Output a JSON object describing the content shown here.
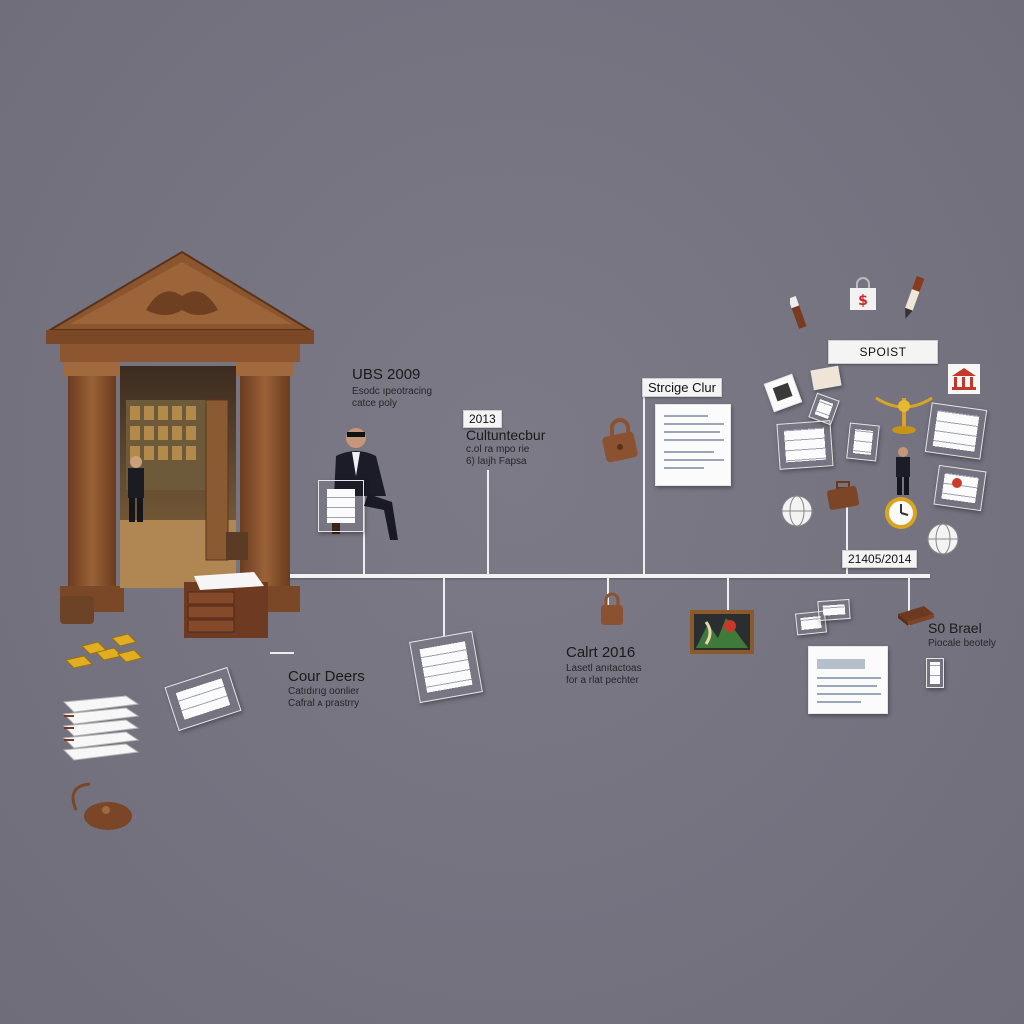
{
  "timeline": {
    "events": [
      {
        "id": "ubs",
        "title": "UBS 2009",
        "sub": [
          "Esodc ıpeotracing",
          "catce poly"
        ]
      },
      {
        "id": "y2013",
        "date_box": "2013",
        "title": "Cultuntecbur",
        "sub": [
          "c.ol  ra mpo rie",
          "6) laıjh Fapsa"
        ]
      },
      {
        "id": "strcige",
        "title_box": "Strcige Clur"
      },
      {
        "id": "spoist",
        "title_box": "SPOIST"
      },
      {
        "id": "date",
        "date_box": "21405/2014"
      },
      {
        "id": "cour",
        "title": "Cour Deers",
        "sub": [
          "Catıdırıg oonlier",
          "Cafral ᴀ prastrry"
        ]
      },
      {
        "id": "calrt",
        "title": "Calrt 2016",
        "sub": [
          "Lasetl anıtactoas",
          "for a rlat pechter"
        ]
      },
      {
        "id": "sobrael",
        "title": "S0 Brael",
        "sub": [
          "Piocale beotely"
        ]
      }
    ]
  },
  "colors": {
    "background": "#75737f",
    "axis": "#f2f2f2",
    "wood": "#7a4b2b",
    "gold": "#d9a520",
    "paper": "#fbfbfb"
  },
  "icons": [
    "bank-building-icon",
    "safe-door-icon",
    "man-in-suit-icon",
    "padlock-icon",
    "money-bag-icon",
    "bank-icon",
    "scale-of-justice-icon",
    "clock-icon",
    "globe-icon",
    "pen-icon",
    "gold-bars-icon",
    "painting-icon"
  ]
}
